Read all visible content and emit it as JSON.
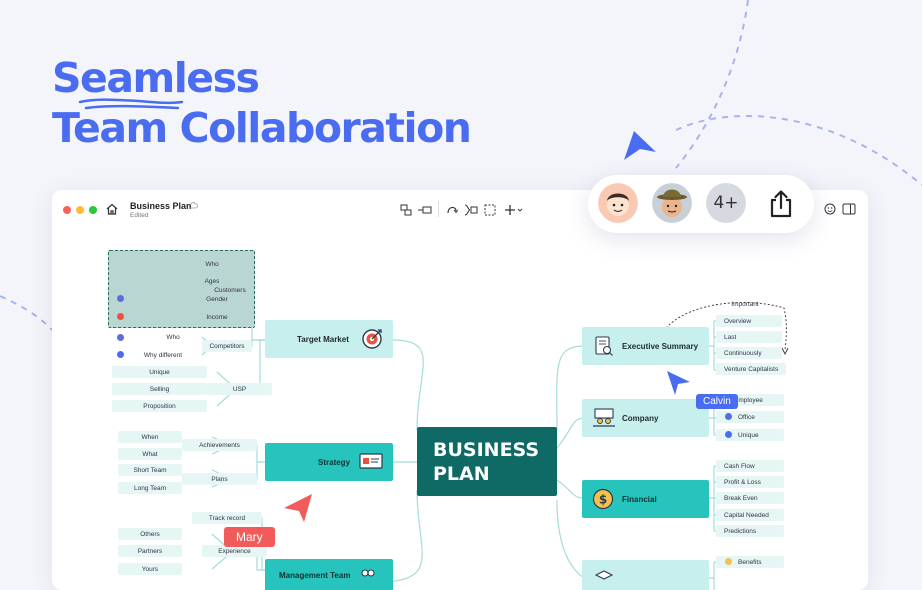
{
  "headline": {
    "line1": "Seamless",
    "line2": "Team Collaboration"
  },
  "window": {
    "title": "Business Plan",
    "status": "Edited"
  },
  "collaborators": {
    "more_count": "4+"
  },
  "cursors": {
    "calvin": "Calvin",
    "mary": "Mary"
  },
  "mindmap": {
    "center": "BUSINESS\nPLAN",
    "left": {
      "target_market": {
        "label": "Target Market",
        "customers": {
          "label": "Customers",
          "items": [
            "Who",
            "Ages",
            "Gender",
            "Income"
          ]
        },
        "competitors": {
          "label": "Competitors",
          "items": [
            "Who",
            "Why different"
          ]
        },
        "usp": {
          "label": "USP",
          "items": [
            "Unique",
            "Selling",
            "Proposition"
          ]
        }
      },
      "strategy": {
        "label": "Strategy",
        "achievements": {
          "label": "Achievements",
          "items": [
            "When",
            "What"
          ]
        },
        "plans": {
          "label": "Plans",
          "items": [
            "Short Team",
            "Long Team"
          ]
        }
      },
      "management": {
        "label": "Management Team",
        "track_record": "Track record",
        "experience": {
          "label": "Experience",
          "items": [
            "Others",
            "Partners",
            "Yours"
          ]
        }
      }
    },
    "right": {
      "executive_summary": {
        "label": "Executive Summary",
        "note": "Important",
        "items": [
          "Overview",
          "Last",
          "Continuously",
          "Venture Capitalists"
        ]
      },
      "company": {
        "label": "Company",
        "items": [
          "Employee",
          "Office",
          "Unique"
        ]
      },
      "financial": {
        "label": "Financial",
        "items": [
          "Cash Flow",
          "Profit & Loss",
          "Break Even",
          "Capital Needed",
          "Predictions"
        ]
      },
      "fifth": {
        "items": [
          "Benefits"
        ]
      }
    }
  },
  "colors": {
    "accent": "#4a6cf0",
    "center_node": "#0f6a66",
    "branch_node": "#c7efee",
    "mid_node": "#27c4be",
    "mary_tag": "#f25b5b",
    "calvin_tag": "#4a6cf0"
  }
}
